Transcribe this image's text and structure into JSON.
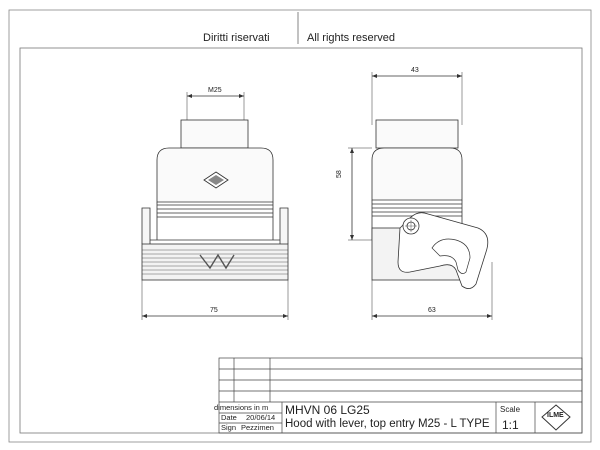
{
  "header": {
    "left": "Diritti riservati",
    "right": "All rights reserved"
  },
  "dimensions": {
    "thread": "M25",
    "width_front": "75",
    "width_top": "43",
    "height_side": "58",
    "width_side_lever": "63"
  },
  "title_block": {
    "units_label": "dimensions in m",
    "date_label": "Date",
    "date_value": "20/06/14",
    "sign_label": "Sign",
    "pezzi_label": "Pezzimen",
    "code": "MHVN 06 LG25",
    "description": "Hood with lever, top entry M25 - L TYPE",
    "scale_label": "Scale",
    "scale_value": "1:1",
    "logo_text": "ILME"
  },
  "colors": {
    "line": "#333333",
    "border": "#555555",
    "fill_light": "#f3f3f3"
  }
}
